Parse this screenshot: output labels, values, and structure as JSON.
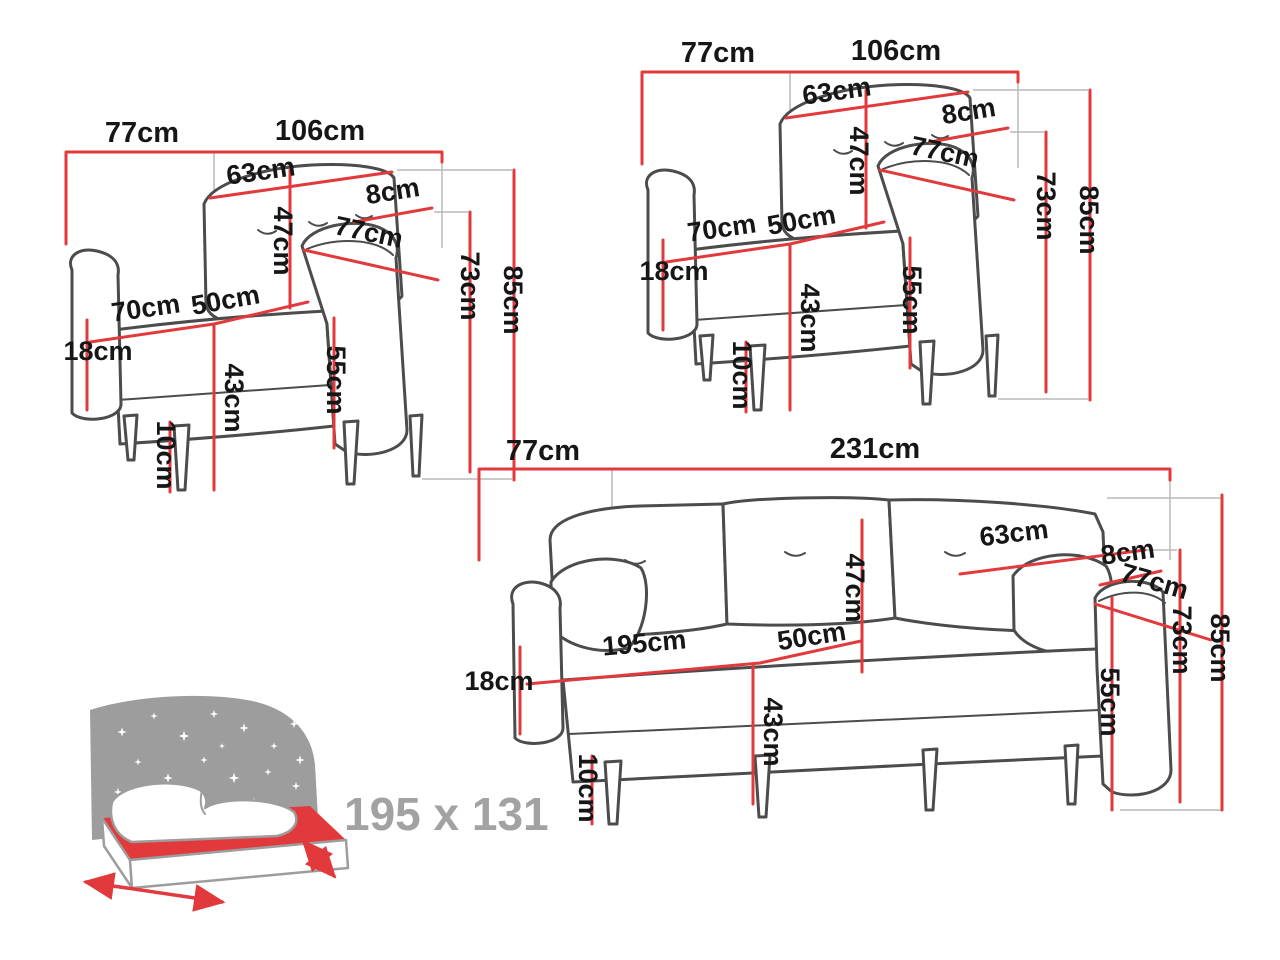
{
  "colors": {
    "dimension_line": "#e23a3c",
    "furniture_outline": "#4c4c4c",
    "label_text": "#161616",
    "bed_icon_grey": "#9d9d9d",
    "bed_icon_red": "#e23a3c"
  },
  "armchair": {
    "back_depth": "77cm",
    "total_width": "106cm",
    "cushion_width": "63cm",
    "armrest_thickness": "8cm",
    "backrest_height": "47cm",
    "side_depth": "77cm",
    "seat_width": "70cm",
    "seat_depth": "50cm",
    "armrest_height": "55cm",
    "seat_height": "43cm",
    "base_height": "18cm",
    "leg_height": "10cm",
    "inner_height": "73cm",
    "total_height": "85cm"
  },
  "sofa": {
    "back_depth": "77cm",
    "total_width": "231cm",
    "cushion_width": "63cm",
    "armrest_thickness": "8cm",
    "backrest_height": "47cm",
    "side_depth": "77cm",
    "seat_width": "195cm",
    "seat_depth": "50cm",
    "armrest_height": "55cm",
    "seat_height": "43cm",
    "base_height": "18cm",
    "leg_height": "10cm",
    "inner_height": "73cm",
    "total_height": "85cm"
  },
  "bed": {
    "sleeping_area": "195 x 131"
  }
}
